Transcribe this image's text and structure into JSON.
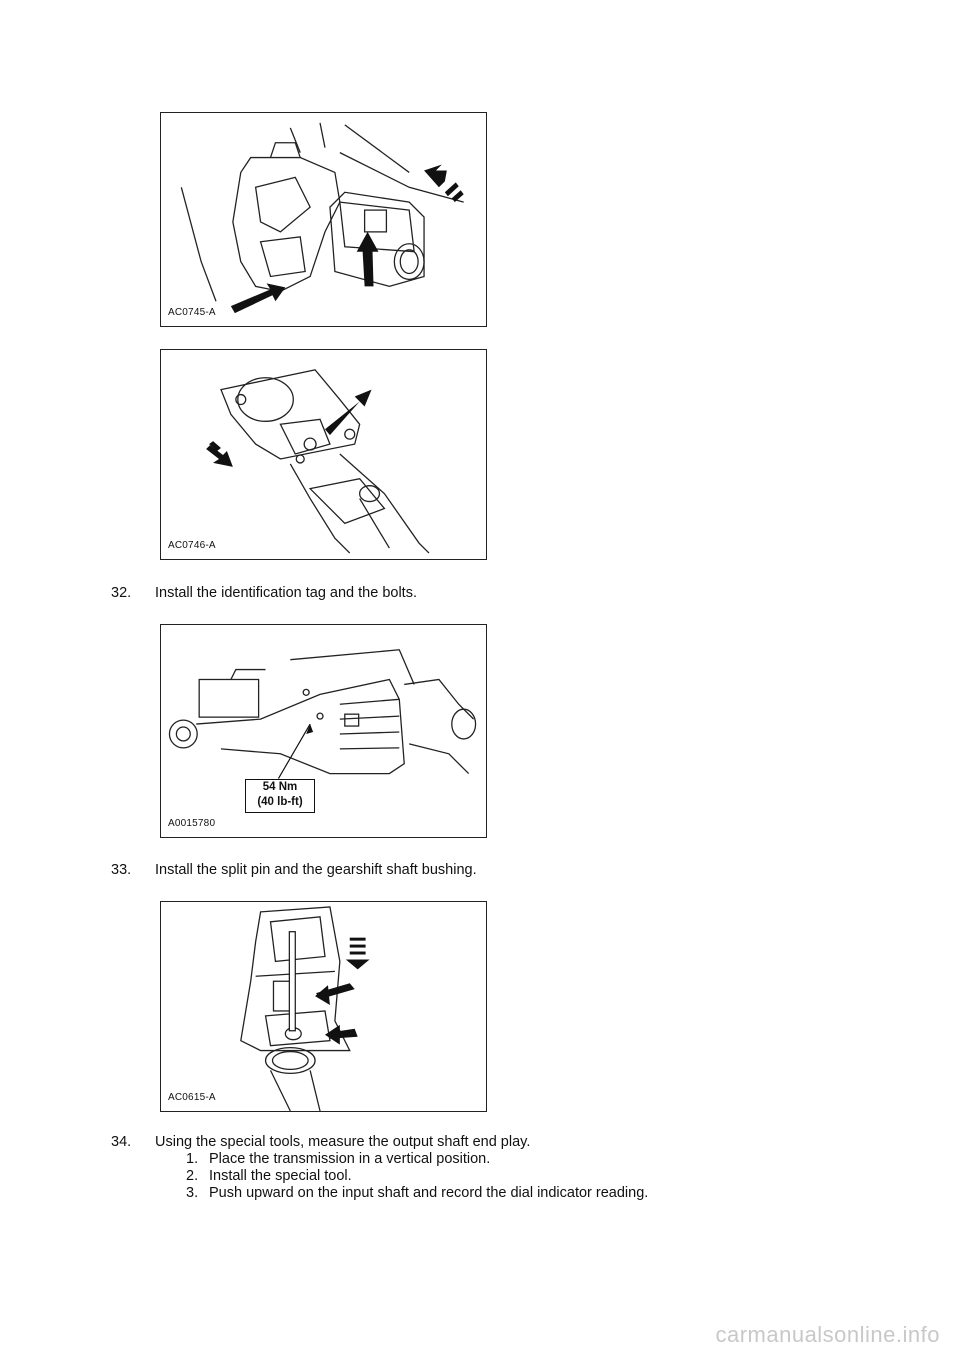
{
  "figures": [
    {
      "caption": "AC0745-A"
    },
    {
      "caption": "AC0746-A"
    },
    {
      "caption": "A0015780",
      "torque_label_1": "54 Nm",
      "torque_label_2": "(40 lb-ft)"
    },
    {
      "caption": "AC0615-A"
    }
  ],
  "steps": [
    {
      "number": "32.",
      "text": "Install the identification tag and the bolts."
    },
    {
      "number": "33.",
      "text": "Install the split pin and the gearshift shaft bushing."
    },
    {
      "number": "34.",
      "text": "Using the special tools, measure the output shaft end play.",
      "substeps": [
        {
          "number": "1.",
          "text": "Place the transmission in a vertical position."
        },
        {
          "number": "2.",
          "text": "Install the special tool."
        },
        {
          "number": "3.",
          "text": "Push upward on the input shaft and record the dial indicator reading."
        }
      ]
    }
  ],
  "watermark": "carmanualsonline.info"
}
